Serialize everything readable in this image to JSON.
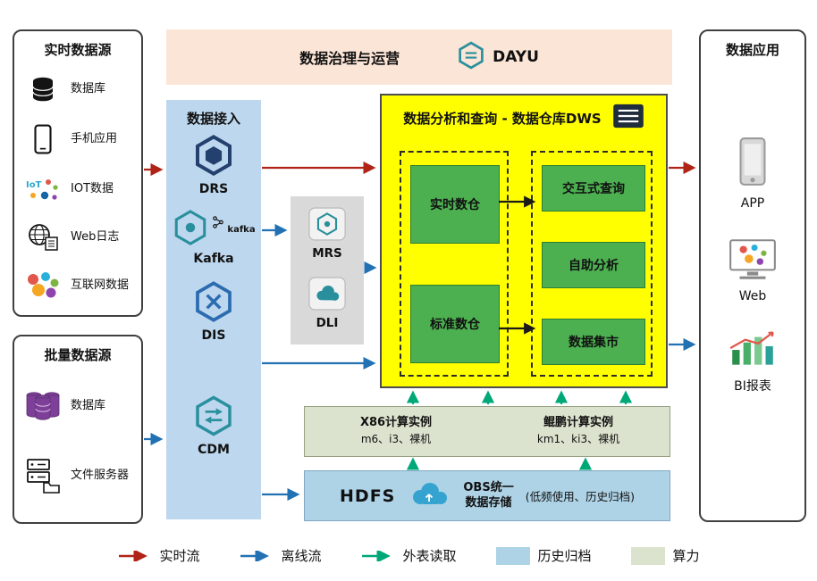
{
  "colors": {
    "arrow-red": "#b02418",
    "arrow-blue": "#2271b3",
    "arrow-teal": "#00a878",
    "arrow-black": "#1a1a1a",
    "governance-fill": "#fbe5d6",
    "ingestion-fill": "#bdd7ee",
    "gray-fill": "#d9d9d9",
    "dws-fill": "#ffff00",
    "green-fill": "#4caf50",
    "green-border": "#2e7d32",
    "compute-fill": "#dbe2cd",
    "archive-fill": "#aed3e6"
  },
  "realtime_sources": {
    "title": "实时数据源",
    "items": [
      {
        "label": "数据库",
        "icon": "database-icon"
      },
      {
        "label": "手机应用",
        "icon": "phone-icon"
      },
      {
        "label": "IOT数据",
        "icon": "iot-icon"
      },
      {
        "label": "Web日志",
        "icon": "web-log-icon"
      },
      {
        "label": "互联网数据",
        "icon": "internet-data-icon"
      }
    ]
  },
  "batch_sources": {
    "title": "批量数据源",
    "items": [
      {
        "label": "数据库",
        "icon": "database-stack-icon"
      },
      {
        "label": "文件服务器",
        "icon": "file-server-icon"
      }
    ]
  },
  "governance": {
    "title": "数据治理与运营",
    "brand": "DAYU"
  },
  "ingestion": {
    "title": "数据接入",
    "items": [
      {
        "label": "DRS",
        "icon": "drs-hexagon-icon"
      },
      {
        "label": "Kafka",
        "logo_text": "kafka",
        "icon": "kafka-hexagon-icon"
      },
      {
        "label": "DIS",
        "icon": "dis-hexagon-icon"
      },
      {
        "label": "CDM",
        "icon": "cdm-hexagon-icon"
      }
    ]
  },
  "middleware": {
    "items": [
      {
        "label": "MRS",
        "icon": "mrs-icon"
      },
      {
        "label": "DLI",
        "icon": "dli-icon"
      }
    ]
  },
  "dws": {
    "title": "数据分析和查询 - 数据仓库DWS",
    "left_items": [
      {
        "label": "实时数仓"
      },
      {
        "label": "标准数仓"
      }
    ],
    "right_items": [
      {
        "label": "交互式查询"
      },
      {
        "label": "自助分析"
      },
      {
        "label": "数据集市"
      }
    ]
  },
  "compute": {
    "items": [
      {
        "title": "X86计算实例",
        "subtitle": "m6、i3、裸机"
      },
      {
        "title": "鲲鹏计算实例",
        "subtitle": "km1、ki3、裸机"
      }
    ]
  },
  "storage": {
    "hdfs": "HDFS",
    "obs_line1": "OBS统一",
    "obs_line2": "数据存储",
    "note": "(低频使用、历史归档)"
  },
  "applications": {
    "title": "数据应用",
    "items": [
      {
        "label": "APP",
        "icon": "app-phone-icon"
      },
      {
        "label": "Web",
        "icon": "web-monitor-icon"
      },
      {
        "label": "BI报表",
        "icon": "bi-chart-icon"
      }
    ]
  },
  "legend": {
    "items": [
      {
        "label": "实时流",
        "type": "arrow",
        "color": "#b02418"
      },
      {
        "label": "离线流",
        "type": "arrow",
        "color": "#2271b3"
      },
      {
        "label": "外表读取",
        "type": "arrow",
        "color": "#00a878"
      },
      {
        "label": "历史归档",
        "type": "swatch",
        "color": "#aed3e6"
      },
      {
        "label": "算力",
        "type": "swatch",
        "color": "#dbe2cd"
      }
    ]
  }
}
